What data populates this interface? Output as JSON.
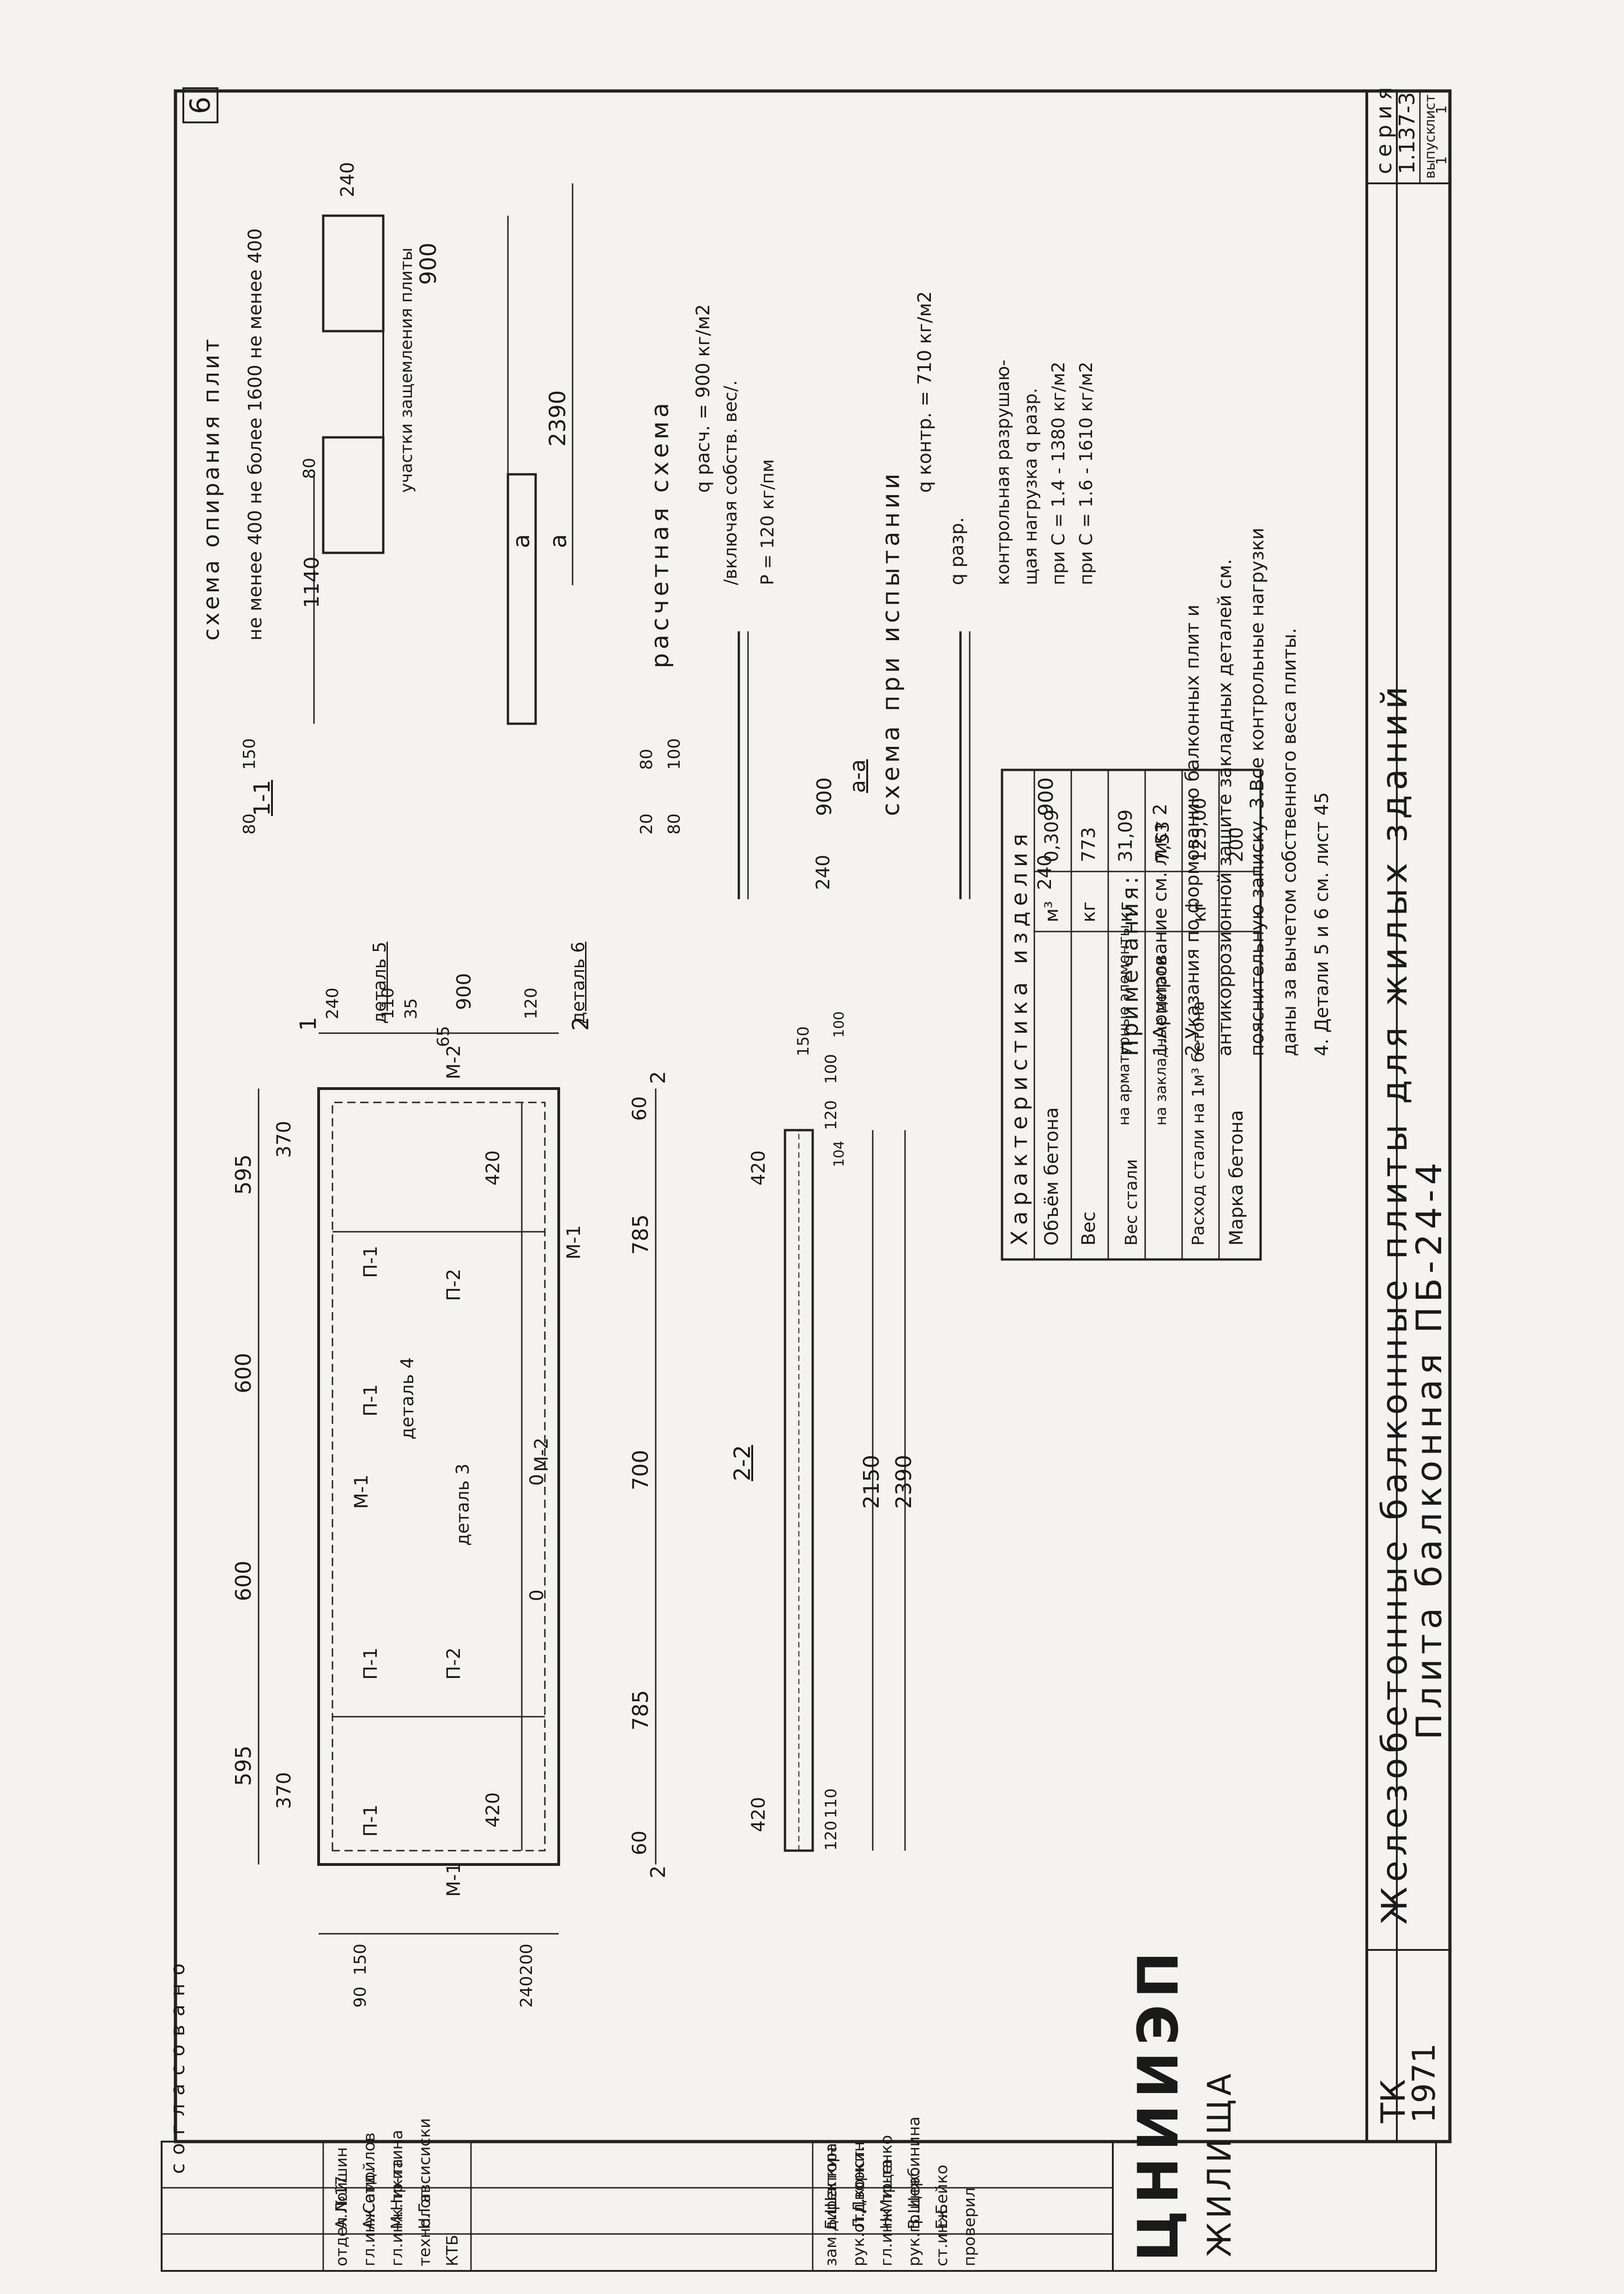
{
  "sheet": {
    "sheet_number": "6",
    "series_label": "серия",
    "series_value": "1.137-3",
    "issue_label": "выпуск",
    "issue_value": "1",
    "list_label": "лист",
    "list_value": "1",
    "tk_label": "ТК",
    "year": "1971",
    "main_title": "Железобетонные балконные плиты для жилых зданий",
    "sub_title": "Плита балконная ПБ-24-4",
    "org_name": "ЦНИИЭП",
    "org_name2": "ЖИЛИЩА"
  },
  "plan": {
    "section_ref": "1",
    "section_ref2": "2",
    "labels": [
      "П-1",
      "П-1",
      "П-1",
      "П-1",
      "П-2",
      "П-2",
      "М-1",
      "М-1",
      "М-2",
      "М-2",
      "М-1",
      "деталь 4",
      "деталь 3"
    ],
    "top_dims": [
      "595",
      "600",
      "600",
      "595"
    ],
    "sub_dims": [
      "370",
      "370"
    ],
    "bottom_dims": [
      "60",
      "785",
      "700",
      "785",
      "60"
    ],
    "inner_dims": [
      "420",
      "420"
    ],
    "left_dims": [
      "150",
      "200",
      "240",
      "90"
    ],
    "right_dims": [
      "240",
      "110",
      "35",
      "65",
      "900",
      "120"
    ],
    "marks": [
      "2",
      "2"
    ],
    "o_marks": [
      "0",
      "0"
    ]
  },
  "section22": {
    "title": "2-2",
    "dims_bottom": [
      "2150",
      "2390"
    ],
    "dims_other": [
      "420",
      "420",
      "110",
      "120",
      "120",
      "100",
      "150",
      "104",
      "100"
    ]
  },
  "section11": {
    "title": "1-1",
    "dims": [
      "1140",
      "80",
      "80",
      "150",
      "20",
      "80",
      "80",
      "100"
    ],
    "detail5": "деталь 5",
    "detail6": "деталь 6"
  },
  "support_scheme": {
    "title": "схема опирания плит",
    "subtitle": "не менее 400 не более 1600 не менее 400",
    "zone_label": "участки защемления плиты",
    "dims": [
      "2390",
      "240",
      "900"
    ],
    "cut_a": "a"
  },
  "calc_scheme": {
    "title": "расчетная схема",
    "load_q": "q расч. = 900 кг/м2",
    "load_note": "/включая собств. вес/.",
    "load_p": "P = 120 кг/пм",
    "dims": [
      "240",
      "900"
    ]
  },
  "test_scheme": {
    "title": "схема при испытании",
    "cut": "а-а",
    "q_contr": "q контр. = 710 кг/м2",
    "q_razr": "q разр.",
    "note1": "контрольная разрушаю-",
    "note2": "щая нагрузка q разр.",
    "note3": "при С = 1.4 - 1380 кг/м2",
    "note4": "при С = 1.6 - 1610 кг/м2",
    "dims": [
      "240",
      "900"
    ]
  },
  "notes": {
    "title": "Примечания:",
    "items": [
      "1.Армирование см. лист 2",
      "2.Указания по формованию балконных плит и",
      "антикоррозионной защите закладных деталей см.",
      "пояснительную записку. 3.Все контрольные нагрузки",
      "даны за вычетом собственного веса плиты.",
      "4. Детали 5 и 6 см. лист 45"
    ]
  },
  "table": {
    "header": "Характеристика изделия",
    "rows": [
      {
        "label": "Объём бетона",
        "unit": "м³",
        "value": "0,309"
      },
      {
        "label": "Вес",
        "unit": "кг",
        "value": "773"
      },
      {
        "label": "на арматурные элементы",
        "unit": "кг",
        "value": "31,09"
      },
      {
        "label": "на закладные детали",
        "unit": "",
        "value": "7,53"
      },
      {
        "label": "Расход стали на 1м³ бетона",
        "unit": "кг",
        "value": "125,00"
      },
      {
        "label": "Марка бетона",
        "unit": "",
        "value": "200"
      }
    ],
    "steel_group_label": "Вес стали"
  },
  "stamp": {
    "approval_title": "согласовано",
    "rows": [
      {
        "role": "зам.директора",
        "name": "Б.Шапкин"
      },
      {
        "role": "рук.отд.конст.",
        "name": "Л.Дворкин"
      },
      {
        "role": "гл.инж.пр-та",
        "name": "Н.Мищенко"
      },
      {
        "role": "рук.гр.инж.",
        "name": "В.Щербинина"
      },
      {
        "role": "ст.инж.",
        "name": "Е.Бейко"
      },
      {
        "role": "проверил",
        "name": ""
      },
      {
        "role": "отдел №17",
        "name": "А.Лойшин"
      },
      {
        "role": "гл.инж.отд.",
        "name": "А.Самойлов"
      },
      {
        "role": "гл.инж.пр-та",
        "name": "М.Никитина"
      },
      {
        "role": "технолог",
        "name": "Н.Гавсисиски"
      },
      {
        "role": "КТБ",
        "name": ""
      }
    ]
  }
}
